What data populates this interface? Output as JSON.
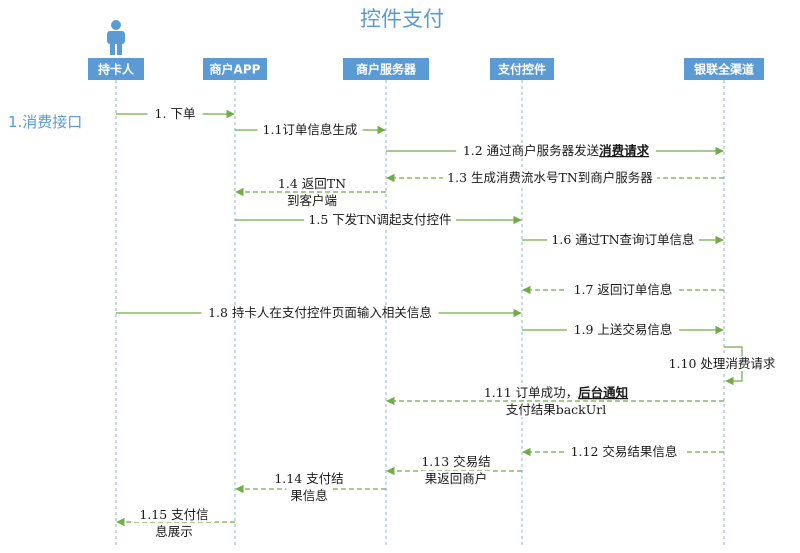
{
  "title": "控件支付",
  "section_label": "1.消费接口",
  "participants": [
    {
      "id": "cardholder",
      "label": "持卡人"
    },
    {
      "id": "merchant_app",
      "label": "商户APP"
    },
    {
      "id": "merchant_server",
      "label": "商户服务器"
    },
    {
      "id": "payment_control",
      "label": "支付控件"
    },
    {
      "id": "unionpay",
      "label": "银联全渠道"
    }
  ],
  "messages": [
    {
      "id": "m1",
      "from": 0,
      "to": 1,
      "style": "solid",
      "lines": [
        [
          {
            "t": "1. 下单"
          }
        ]
      ]
    },
    {
      "id": "m1_1",
      "from": 1,
      "to": 2,
      "style": "solid",
      "lines": [
        [
          {
            "t": "1.1订单信息生成"
          }
        ]
      ]
    },
    {
      "id": "m1_2",
      "from": 2,
      "to": 4,
      "style": "solid",
      "lines": [
        [
          {
            "t": "1.2 通过商户服务器发送"
          },
          {
            "t": "消费请求",
            "b": true
          }
        ]
      ]
    },
    {
      "id": "m1_3",
      "from": 4,
      "to": 2,
      "style": "dashed",
      "lines": [
        [
          {
            "t": "1.3 生成消费流水号TN到商户服务器"
          }
        ]
      ]
    },
    {
      "id": "m1_4",
      "from": 2,
      "to": 1,
      "style": "dashed",
      "lines": [
        [
          {
            "t": "1.4 返回TN"
          }
        ],
        [
          {
            "t": "到客户端"
          }
        ]
      ]
    },
    {
      "id": "m1_5",
      "from": 1,
      "to": 3,
      "style": "solid",
      "lines": [
        [
          {
            "t": "1.5 下发TN调起支付控件"
          }
        ]
      ]
    },
    {
      "id": "m1_6",
      "from": 3,
      "to": 4,
      "style": "solid",
      "lines": [
        [
          {
            "t": "1.6 通过TN查询订单信息"
          }
        ]
      ]
    },
    {
      "id": "m1_7",
      "from": 4,
      "to": 3,
      "style": "dashed",
      "lines": [
        [
          {
            "t": "1.7 返回订单信息"
          }
        ]
      ]
    },
    {
      "id": "m1_8",
      "from": 0,
      "to": 3,
      "style": "solid",
      "lines": [
        [
          {
            "t": "1.8 持卡人在支付控件页面输入相关信息"
          }
        ]
      ]
    },
    {
      "id": "m1_9",
      "from": 3,
      "to": 4,
      "style": "solid",
      "lines": [
        [
          {
            "t": "1.9 上送交易信息"
          }
        ]
      ]
    },
    {
      "id": "m1_10",
      "from": 4,
      "to": 4,
      "style": "solid",
      "lines": [
        [
          {
            "t": "1.10 处理消费请求"
          }
        ]
      ]
    },
    {
      "id": "m1_11",
      "from": 4,
      "to": 2,
      "style": "dashed",
      "lines": [
        [
          {
            "t": "1.11 订单成功，"
          },
          {
            "t": "后台通知",
            "b": true
          }
        ],
        [
          {
            "t": "支付结果backUrl"
          }
        ]
      ]
    },
    {
      "id": "m1_12",
      "from": 4,
      "to": 3,
      "style": "dashed",
      "lines": [
        [
          {
            "t": "1.12 交易结果信息"
          }
        ]
      ]
    },
    {
      "id": "m1_13",
      "from": 3,
      "to": 2,
      "style": "dashed",
      "lines": [
        [
          {
            "t": "1.13 交易结"
          }
        ],
        [
          {
            "t": "果返回商户"
          }
        ]
      ]
    },
    {
      "id": "m1_14",
      "from": 2,
      "to": 1,
      "style": "dashed",
      "lines": [
        [
          {
            "t": "1.14 支付结"
          }
        ],
        [
          {
            "t": "果信息"
          }
        ]
      ]
    },
    {
      "id": "m1_15",
      "from": 1,
      "to": 0,
      "style": "dashed",
      "lines": [
        [
          {
            "t": "1.15 支付信"
          }
        ],
        [
          {
            "t": "息展示"
          }
        ]
      ]
    }
  ],
  "colors": {
    "header": "#5b9bd5",
    "arrow": "#70ad47",
    "lifeline": "#8fb0d9",
    "title": "#5b9bd5"
  }
}
